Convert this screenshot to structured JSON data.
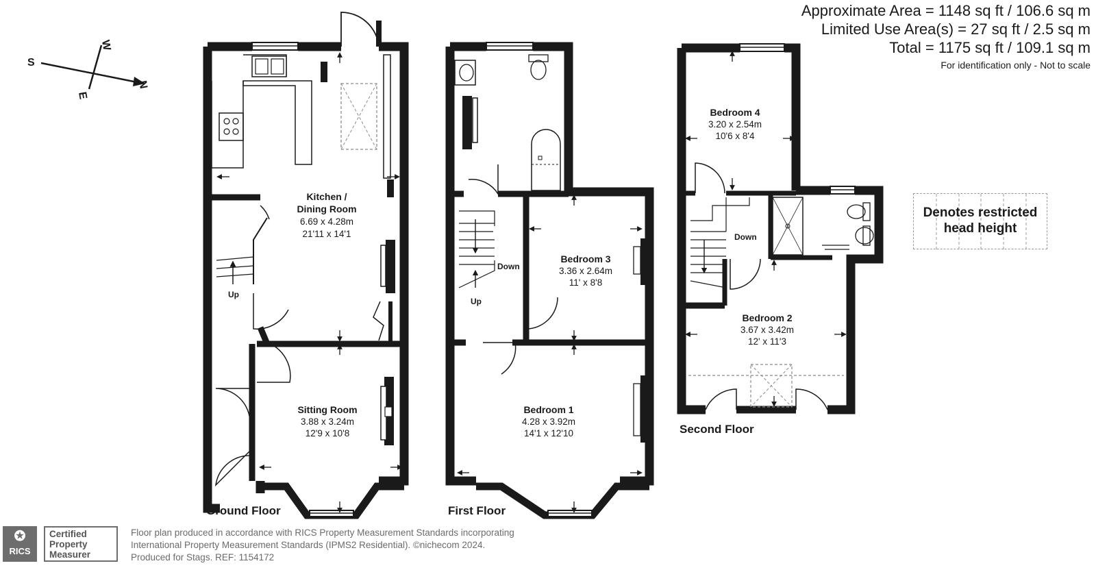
{
  "areas": {
    "approximate": "Approximate Area = 1148 sq ft / 106.6 sq m",
    "limited_use": "Limited Use Area(s) = 27 sq ft / 2.5 sq m",
    "total": "Total = 1175 sq ft / 109.1 sq m",
    "note": "For identification only - Not to scale"
  },
  "legend": {
    "line1": "Denotes restricted",
    "line2": "head height"
  },
  "compass": {
    "s": "S",
    "w": "W",
    "n": "N",
    "e": "E"
  },
  "floors": {
    "ground": "Ground Floor",
    "first": "First Floor",
    "second": "Second Floor"
  },
  "rooms": {
    "kitchen": {
      "name1": "Kitchen /",
      "name2": "Dining Room",
      "metric": "6.69 x 4.28m",
      "imperial": "21'11 x 14'1"
    },
    "sitting": {
      "name": "Sitting Room",
      "metric": "3.88 x 3.24m",
      "imperial": "12'9 x 10'8"
    },
    "bedroom1": {
      "name": "Bedroom 1",
      "metric": "4.28 x 3.92m",
      "imperial": "14'1 x 12'10"
    },
    "bedroom3": {
      "name": "Bedroom 3",
      "metric": "3.36 x 2.64m",
      "imperial": "11' x 8'8"
    },
    "bedroom4": {
      "name": "Bedroom 4",
      "metric": "3.20 x 2.54m",
      "imperial": "10'6 x 8'4"
    },
    "bedroom2": {
      "name": "Bedroom 2",
      "metric": "3.67 x 3.42m",
      "imperial": "12' x 11'3"
    }
  },
  "stairs": {
    "up_ground": "Up",
    "up_first": "Up",
    "down_first": "Down",
    "down_second": "Down"
  },
  "footer": {
    "line1": "Floor plan produced in accordance with RICS Property Measurement Standards incorporating",
    "line2": "International Property Measurement Standards (IPMS2 Residential).   ©nichecom 2024.",
    "line3": "Produced for Stags.   REF:  1154172"
  },
  "badge": {
    "logo_word": "RICS",
    "cert1": "Certified",
    "cert2": "Property",
    "cert3": "Measurer"
  },
  "colors": {
    "wall": "#1a1a1a",
    "footer_grey": "#6b6b6b",
    "restricted_dash": "#9a9a9a"
  }
}
